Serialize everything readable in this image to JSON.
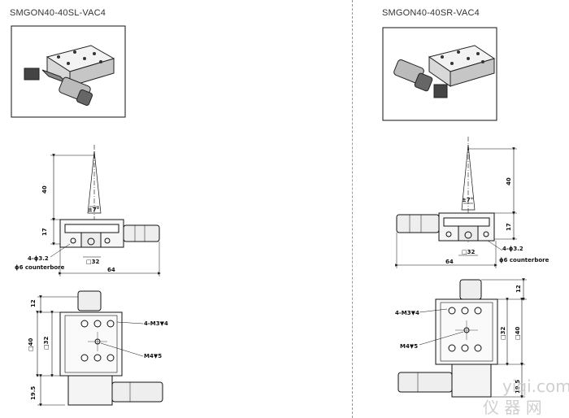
{
  "left": {
    "title": "SMGON40-40SL-VAC4",
    "dims": {
      "height_40": "40",
      "height_17": "17",
      "angle": "±7°",
      "hole_label": "4-ϕ3.2",
      "counterbore": "ϕ6 counterbore",
      "square_32": "□32",
      "width_64": "64",
      "dim_12": "12",
      "square_40": "□40",
      "side_32": "□32",
      "thread_m3": "4-M3▼4",
      "thread_m4": "M4▼5",
      "dim_19_5": "19.5"
    }
  },
  "right": {
    "title": "SMGON40-40SR-VAC4",
    "dims": {
      "height_40": "40",
      "height_17": "17",
      "angle": "±7°",
      "hole_label": "4-ϕ3.2",
      "counterbore": "ϕ6 counterbore",
      "square_32": "□32",
      "width_64": "64",
      "dim_12": "12",
      "thread_m3": "4-M3▼4",
      "side_32": "□32",
      "square_40": "□40",
      "thread_m4": "M4▼5",
      "dim_19_5": "19.5"
    }
  },
  "watermark": {
    "line1": "yiqi.com",
    "line2": "仪 器 网"
  }
}
